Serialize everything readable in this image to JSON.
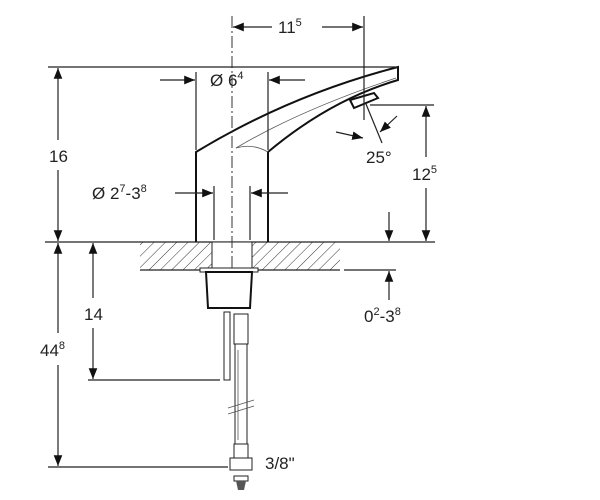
{
  "title": "Faucet dimension drawing",
  "dimensions": {
    "spout_reach": {
      "base": "11",
      "sup": "5"
    },
    "head_diameter": {
      "prefix": "Ø ",
      "base": "6",
      "sup": "4"
    },
    "body_diameter": {
      "prefix": "Ø ",
      "base": "2",
      "sup": "7",
      "mid": "-3",
      "sup2": "8"
    },
    "spray_angle": "25°",
    "outlet_height": {
      "base": "12",
      "sup": "5"
    },
    "total_height": "16",
    "deck_thickness": {
      "base": "0",
      "sup": "2",
      "mid": "-3",
      "sup2": "8"
    },
    "box_depth": "14",
    "hose_length": {
      "base": "44",
      "sup": "8"
    },
    "connection": "3/8\""
  },
  "colors": {
    "line": "#222222",
    "background": "#ffffff"
  }
}
